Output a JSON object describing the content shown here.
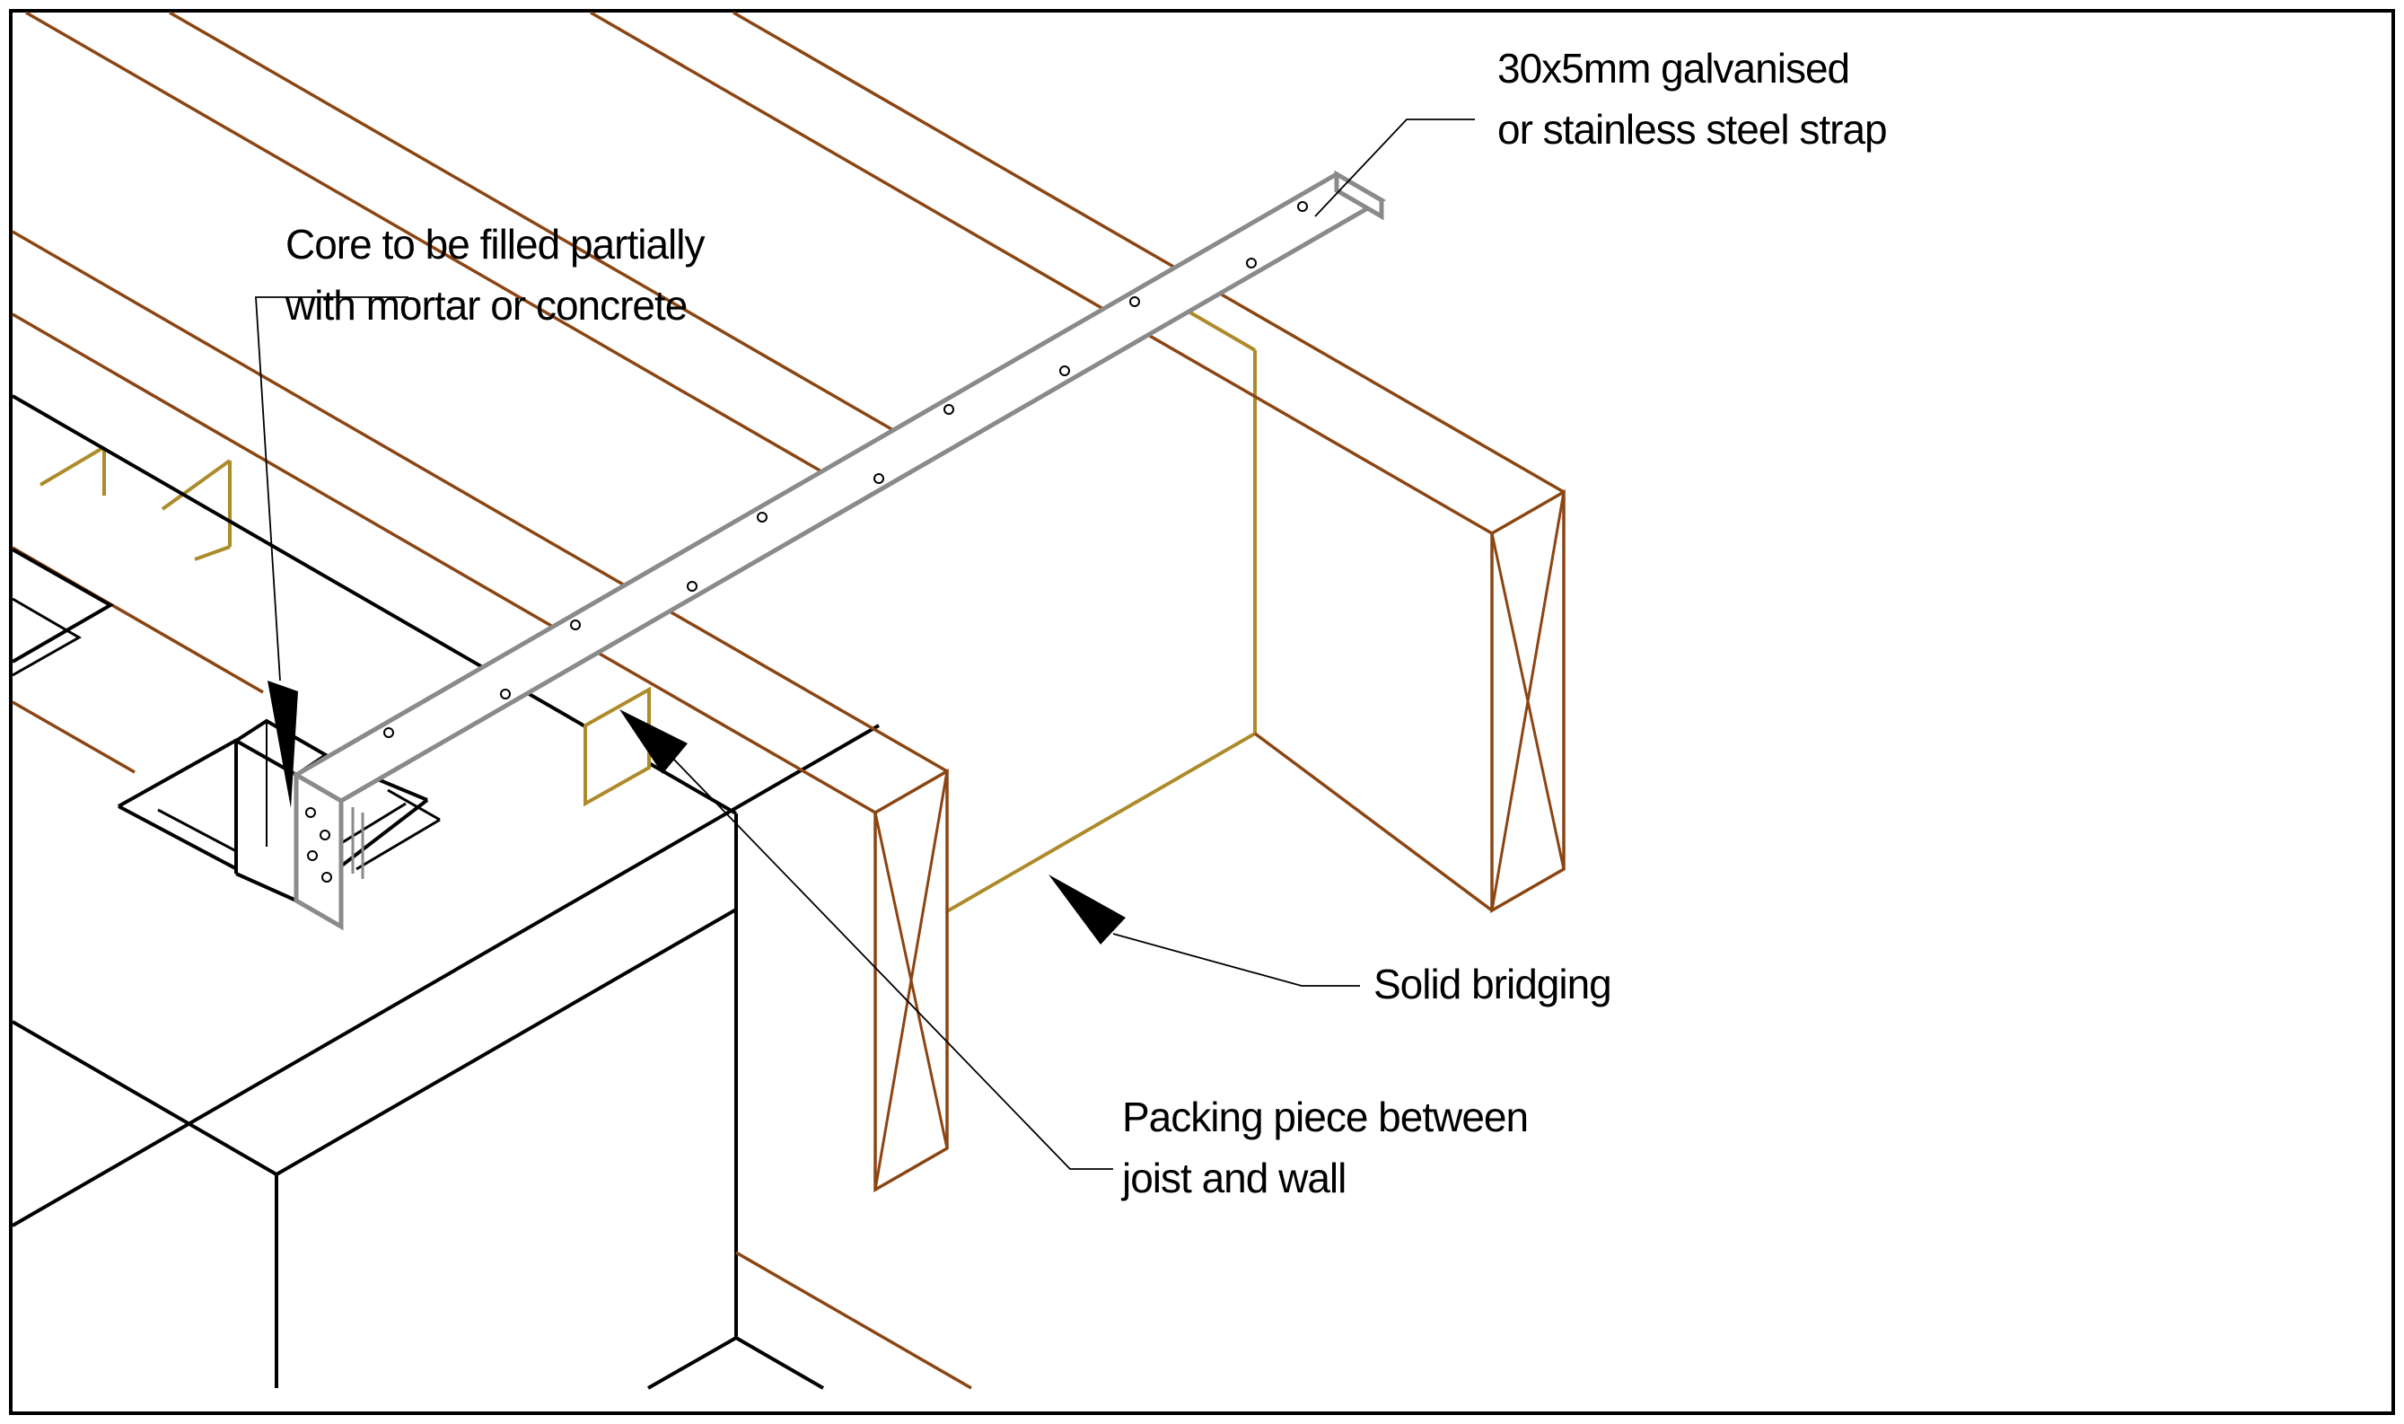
{
  "figure": {
    "kind": "isometric-construction-detail",
    "subject": "Lateral restraint strap fixing detail at blockwork wall with floor joists"
  },
  "annotations": {
    "strap": {
      "line1": "30x5mm galvanised",
      "line2": "or stainless steel strap"
    },
    "core": {
      "line1": "Core to be filled partially",
      "line2": "with mortar or concrete"
    },
    "bridging": {
      "label": "Solid bridging"
    },
    "packing": {
      "line1": "Packing piece between",
      "line2": "joist and wall"
    }
  },
  "palette": {
    "line_black": "#000000",
    "joist_brown": "#8B4513",
    "plate_gold": "#AD8B2A",
    "strap_grey": "#8A8A8A",
    "background": "#FFFFFF"
  }
}
